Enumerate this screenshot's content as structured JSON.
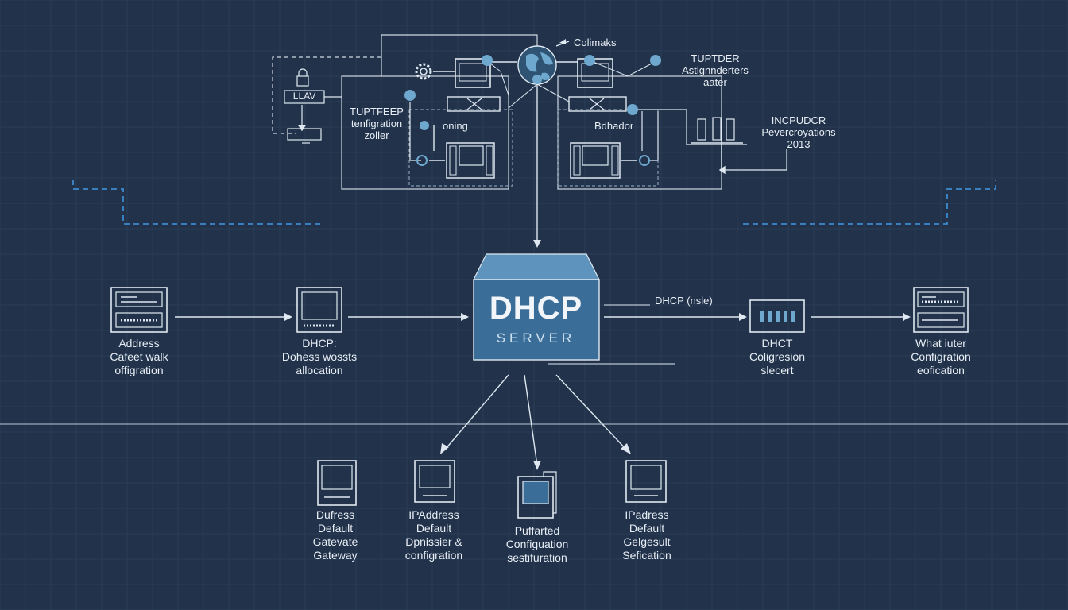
{
  "server": {
    "title": "DHCP",
    "subtitle": "SERVER"
  },
  "top": {
    "label_colimaks": "Colimaks",
    "label_tuptder": [
      "TUPTDER",
      "Astignnderters",
      "aater"
    ],
    "label_tuptfeep": [
      "TUPTFEEP",
      "tenfigration",
      "zoller"
    ],
    "label_oning": "oning",
    "label_bdhador": "Bdhador",
    "label_incpudcr": [
      "INCPUDCR",
      "Pevercroyations",
      "2013"
    ],
    "label_llav": "LLAV"
  },
  "middle": {
    "left_device_1": [
      "Address",
      "Cafeet walk",
      "offigration"
    ],
    "left_device_2": [
      "DHCP:",
      "Dohess wossts",
      "allocation"
    ],
    "right_link_label": "DHCP (nsle)",
    "right_device_1": [
      "DHCT",
      "Coligresion",
      "slecert"
    ],
    "right_device_2": [
      "What iuter",
      "Configration",
      "eofication"
    ]
  },
  "bottom": {
    "client_1": [
      "Dufress",
      "Default",
      "Gatevate",
      "Gateway"
    ],
    "client_2": [
      "IPAddress",
      "Default",
      "Dpnissier &",
      "configration"
    ],
    "client_3": [
      "Puffarted",
      "Configuation",
      "sestifuration"
    ],
    "client_4": [
      "IPadress",
      "Default",
      "Gelgesult",
      "Sefication"
    ]
  },
  "colors": {
    "background": "#21324a",
    "line": "#dfe8f1",
    "accent": "#6fa8cf",
    "dashed": "#3d8ad0",
    "server": "#3a6d98"
  }
}
